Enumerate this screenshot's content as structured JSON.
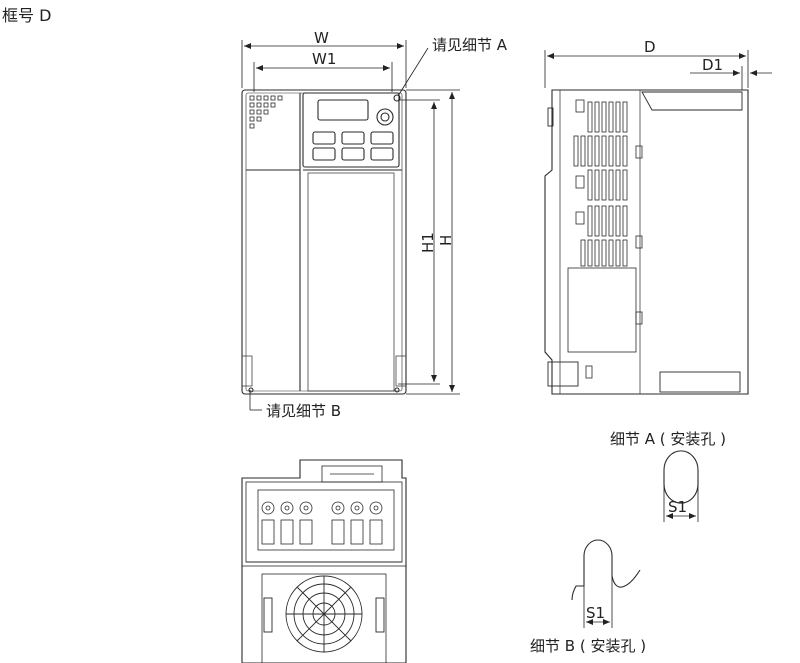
{
  "title": "框号 D",
  "labels": {
    "W": "W",
    "W1": "W1",
    "H": "H",
    "H1": "H1",
    "D": "D",
    "D1": "D1",
    "see_detail_a": "请见细节 A",
    "see_detail_b": "请见细节 B",
    "detail_a": "细节 A ( 安装孔 )",
    "detail_b": "细节 B ( 安装孔 )",
    "s1_a": "S1",
    "s1_b": "S1"
  },
  "colors": {
    "line": "#2a2a2a",
    "background": "#ffffff"
  }
}
